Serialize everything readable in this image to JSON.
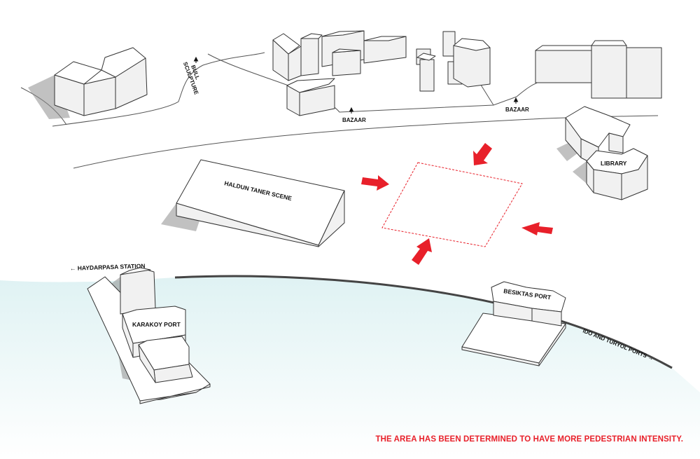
{
  "labels": {
    "bull_sculpture_line1": "BULL",
    "bull_sculpture_line2": "SCULPTURE",
    "bazaar_left": "BAZAAR",
    "bazaar_right": "BAZAAR",
    "library": "LIBRARY",
    "haldun_taner_scene": "HALDUN TANER SCENE",
    "haydarpasa_station": "HAYDARPASA STATION",
    "karakoy_port": "KARAKOY PORT",
    "besiktas_port": "BESIKTAS PORT",
    "ido_turyol_ports": "IDO AND TURYOL PORTS"
  },
  "caption": "THE AREA HAS BEEN DETERMINED TO HAVE MORE PEDESTRIAN INTENSITY.",
  "colors": {
    "accent_red": "#e8202a",
    "water": "#e6f5f6",
    "line": "#333333"
  }
}
